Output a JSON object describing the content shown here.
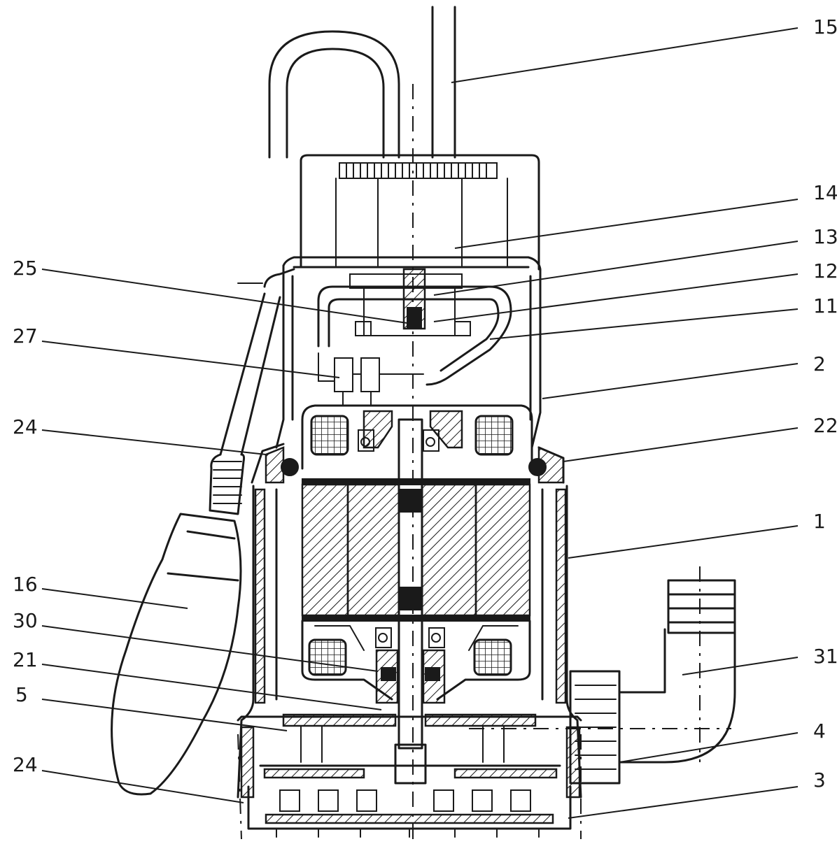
{
  "labels": [
    {
      "id": "15",
      "text": "15"
    },
    {
      "id": "14",
      "text": "14"
    },
    {
      "id": "13",
      "text": "13"
    },
    {
      "id": "12",
      "text": "12"
    },
    {
      "id": "11",
      "text": "11"
    },
    {
      "id": "2",
      "text": "2"
    },
    {
      "id": "22",
      "text": "22"
    },
    {
      "id": "1",
      "text": "1"
    },
    {
      "id": "31",
      "text": "31"
    },
    {
      "id": "4",
      "text": "4"
    },
    {
      "id": "3",
      "text": "3"
    },
    {
      "id": "25",
      "text": "25"
    },
    {
      "id": "27",
      "text": "27"
    },
    {
      "id": "24a",
      "text": "24"
    },
    {
      "id": "16",
      "text": "16"
    },
    {
      "id": "30",
      "text": "30"
    },
    {
      "id": "21",
      "text": "21"
    },
    {
      "id": "5",
      "text": "5"
    },
    {
      "id": "24b",
      "text": "24"
    }
  ]
}
